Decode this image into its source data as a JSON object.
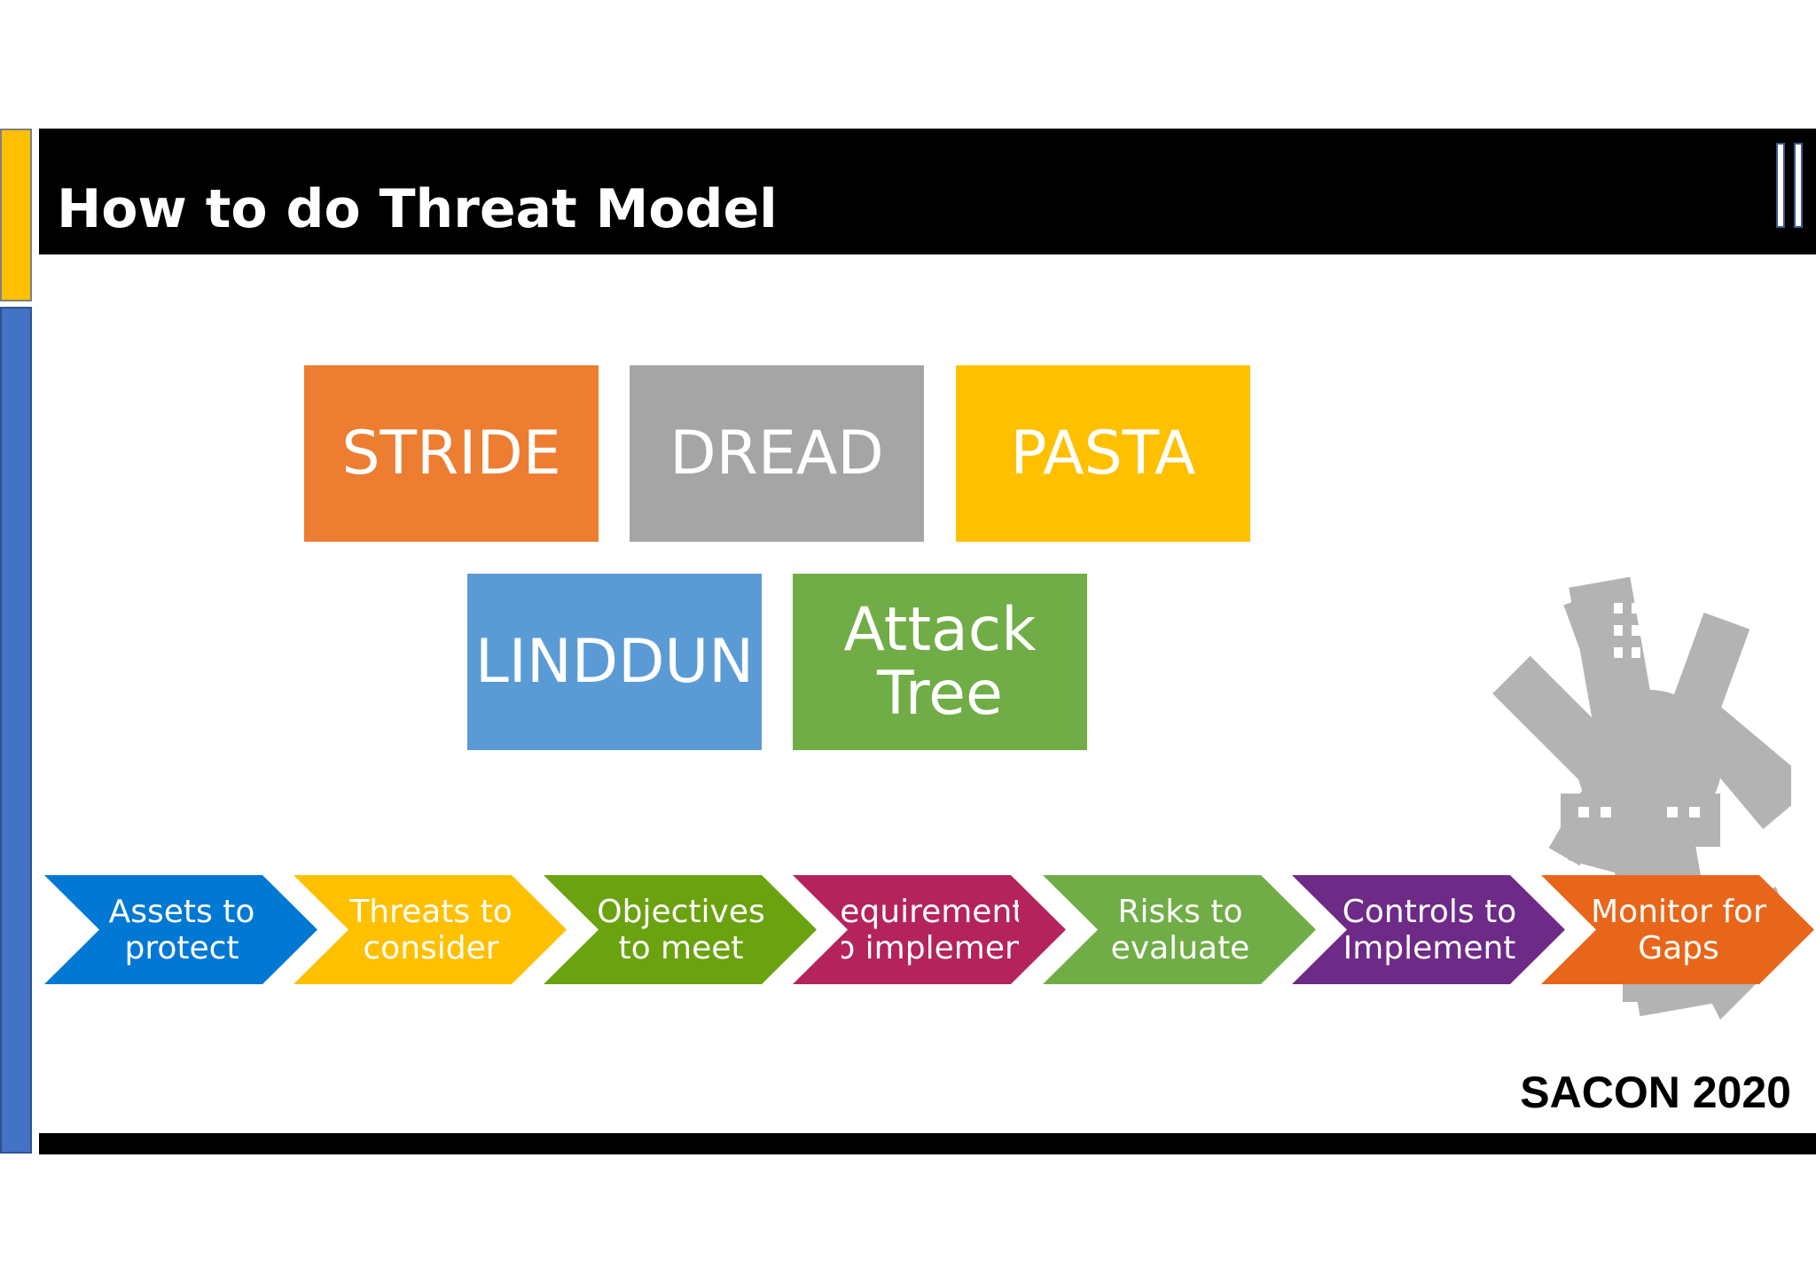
{
  "slide": {
    "title": "How to do Threat Model",
    "brand": "SACON 2020"
  },
  "methods": [
    {
      "label": "STRIDE",
      "color": "#ED7D31"
    },
    {
      "label": "DREAD",
      "color": "#A5A5A5"
    },
    {
      "label": "PASTA",
      "color": "#FFC000"
    },
    {
      "label": "LINDDUN",
      "color": "#5B9BD5"
    },
    {
      "label": "Attack Tree",
      "color": "#70AD47"
    }
  ],
  "process": [
    {
      "label": "Assets to protect",
      "color": "#0078D4"
    },
    {
      "label": "Threats to consider",
      "color": "#FFC000"
    },
    {
      "label": "Objectives to meet",
      "color": "#6AA30F"
    },
    {
      "label": "Requirements to implement",
      "color": "#B5235C"
    },
    {
      "label": "Risks to evaluate",
      "color": "#70AD47"
    },
    {
      "label": "Controls to Implement",
      "color": "#6E2A87"
    },
    {
      "label": "Monitor for Gaps",
      "color": "#E8661A"
    }
  ],
  "colors": {
    "header": "#000000",
    "accent_yellow": "#FFC000",
    "accent_blue": "#4472C4",
    "illustration": "#B3B3B3"
  },
  "icons": {
    "menu": "double-bar-icon",
    "illustration": "circular-city-icon"
  }
}
